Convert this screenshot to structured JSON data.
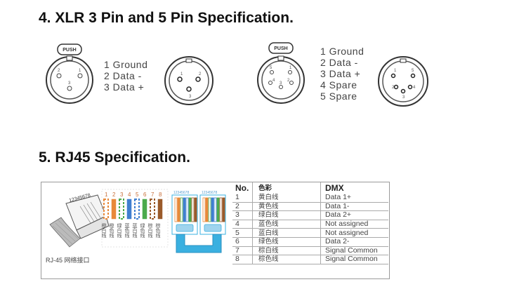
{
  "headings": {
    "xlr": "4. XLR 3 Pin and 5 Pin Specification.",
    "rj45": "5. RJ45 Specification."
  },
  "xlr3": {
    "push_label": "PUSH",
    "pins": [
      "1 Ground",
      "2 Data -",
      "3 Data +"
    ],
    "female_pin_labels": [
      "2",
      "1",
      "3"
    ],
    "male_pin_labels": [
      "1",
      "2",
      "3"
    ]
  },
  "xlr5": {
    "push_label": "PUSH",
    "pins": [
      "1 Ground",
      "2 Data -",
      "3 Data +",
      "4 Spare",
      "5 Spare"
    ],
    "female_pin_labels": [
      "5",
      "1",
      "4",
      "3",
      "2"
    ],
    "male_pin_labels": [
      "1",
      "5",
      "2",
      "4",
      "3"
    ]
  },
  "rj45": {
    "plug_number": "12345678",
    "caption": "RJ-45 网络接口",
    "wire_numbers": [
      "1",
      "2",
      "3",
      "4",
      "5",
      "6",
      "7",
      "8"
    ],
    "wire_labels_vertical": [
      "橙白线",
      "橙色线",
      "绿白线",
      "蓝色线",
      "蓝白线",
      "绿色线",
      "棕白线",
      "棕色线"
    ],
    "plug_top_labels": [
      "12345678",
      "12345678"
    ],
    "colors": {
      "orange": "#e8893a",
      "green": "#4caa4c",
      "blue": "#3f7fd0",
      "brown": "#9a5a2a",
      "cable": "#3ab0e0"
    },
    "table": {
      "headers": [
        "No.",
        "色彩",
        "DMX"
      ],
      "rows": [
        [
          "1",
          "黄白线",
          "Data 1+"
        ],
        [
          "2",
          "黄色线",
          "Data 1-"
        ],
        [
          "3",
          "绿白线",
          "Data 2+"
        ],
        [
          "4",
          "蓝色线",
          "Not assigned"
        ],
        [
          "5",
          "蓝白线",
          "Not assigned"
        ],
        [
          "6",
          "绿色线",
          "Data 2-"
        ],
        [
          "7",
          "棕白线",
          "Signal Common"
        ],
        [
          "8",
          "棕色线",
          "Signal Common"
        ]
      ]
    }
  }
}
